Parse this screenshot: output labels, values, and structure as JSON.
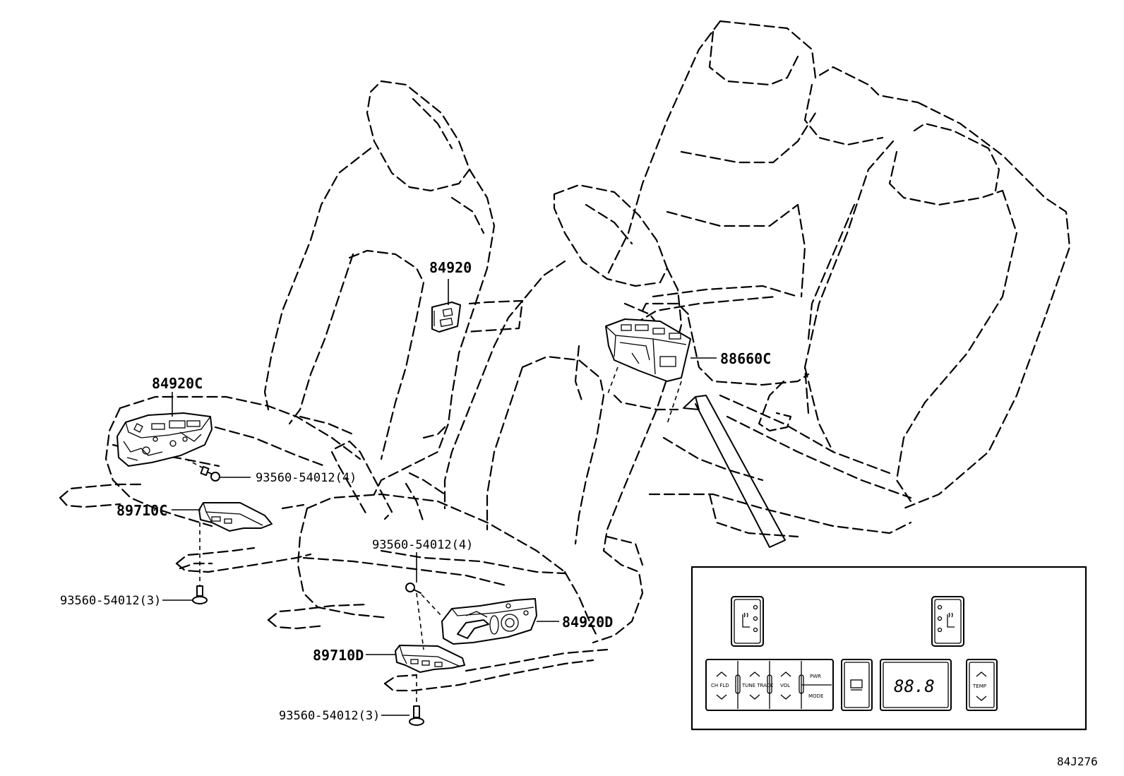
{
  "callouts": {
    "p84920": "84920",
    "p84920C": "84920C",
    "p88660C": "88660C",
    "p93560_top": "93560-54012(4)",
    "p89710C": "89710C",
    "p93560_mid": "93560-54012(4)",
    "p93560_left": "93560-54012(3)",
    "p84920D": "84920D",
    "p89710D": "89710D",
    "p93560_bottom": "93560-54012(3)"
  },
  "panel": {
    "buttons": {
      "ch_fld": "CH FLD",
      "tune_track": "TUNE TRACK",
      "vol": "VOL",
      "pwr": "PWR",
      "mode": "MODE",
      "temp": "TEMP"
    },
    "display": "88.8"
  },
  "diagram_code": "84J276"
}
